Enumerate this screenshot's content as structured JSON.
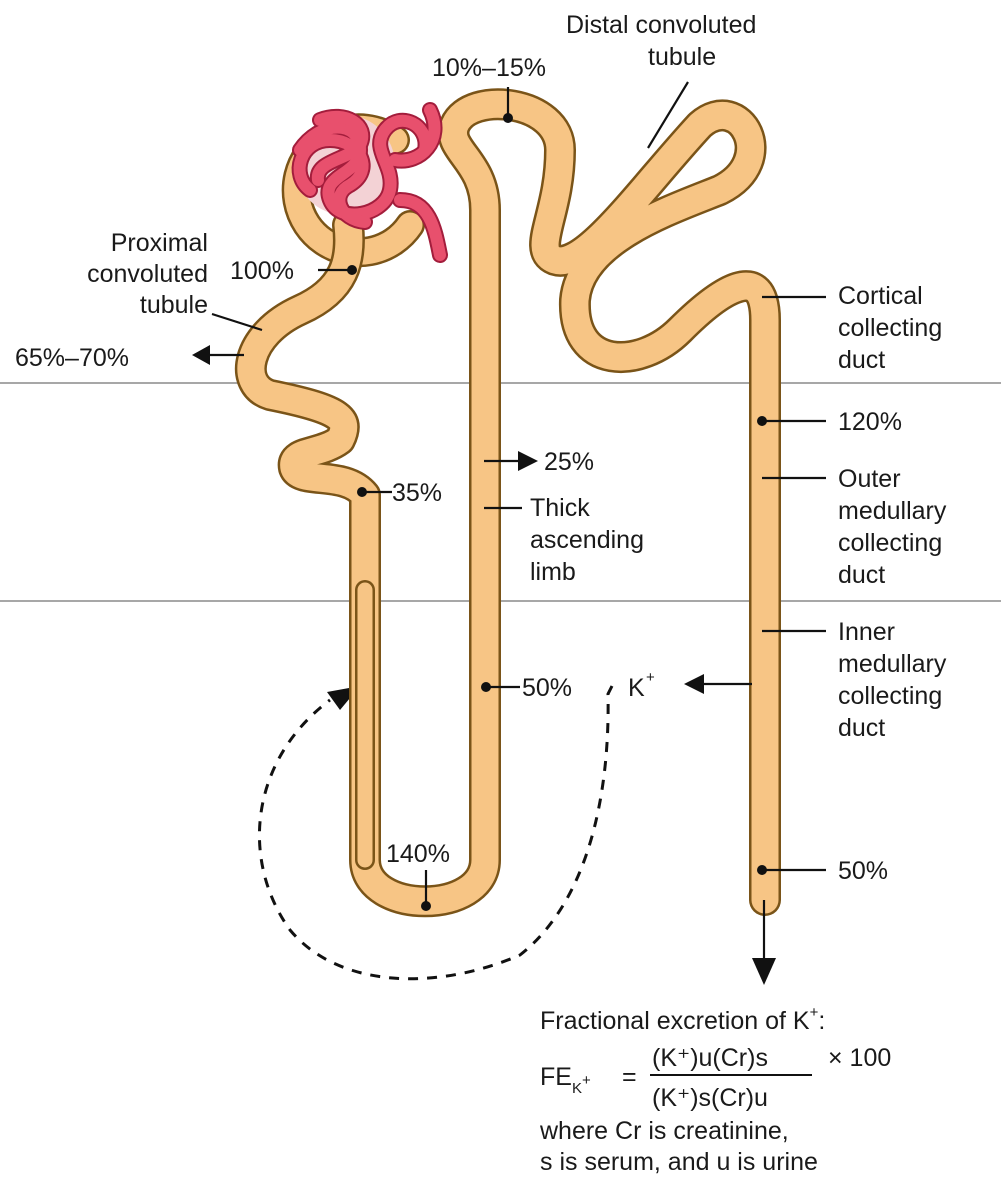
{
  "colors": {
    "tubule_fill": "#f7c585",
    "tubule_outline": "#7a5418",
    "glomerulus": "#e8506d",
    "glomerulus_dark": "#a31d3c",
    "capsule_inner": "#f3d2d5",
    "zone_line": "#8a8a8a"
  },
  "labels": {
    "proximal": [
      "Proximal",
      "convoluted",
      "tubule"
    ],
    "pct_100": "100%",
    "pct_65_70": "65%–70%",
    "pct_35": "35%",
    "pct_10_15": "10%–15%",
    "distal": [
      "Distal convoluted",
      "tubule"
    ],
    "cortical": [
      "Cortical",
      "collecting",
      "duct"
    ],
    "pct_120": "120%",
    "pct_25": "25%",
    "thick_ascending": [
      "Thick",
      "ascending",
      "limb"
    ],
    "outer_medullary": [
      "Outer",
      "medullary",
      "collecting",
      "duct"
    ],
    "inner_medullary": [
      "Inner",
      "medullary",
      "collecting",
      "duct"
    ],
    "pct_50_loop": "50%",
    "k_ion": "K",
    "k_sup": "+",
    "pct_140": "140%",
    "pct_50_duct": "50%"
  },
  "formula": {
    "heading": "Fractional excretion of K",
    "heading_sup": "+",
    "heading_end": ":",
    "fe": "FE",
    "fe_sub": "K",
    "fe_sub_sup": "+",
    "equals": "=",
    "numerator": "(K⁺)u(Cr)s",
    "denominator": "(K⁺)s(Cr)u",
    "multiplier": "× 100",
    "note_line1": "where Cr is creatinine,",
    "note_line2": "s is serum, and u is urine"
  }
}
